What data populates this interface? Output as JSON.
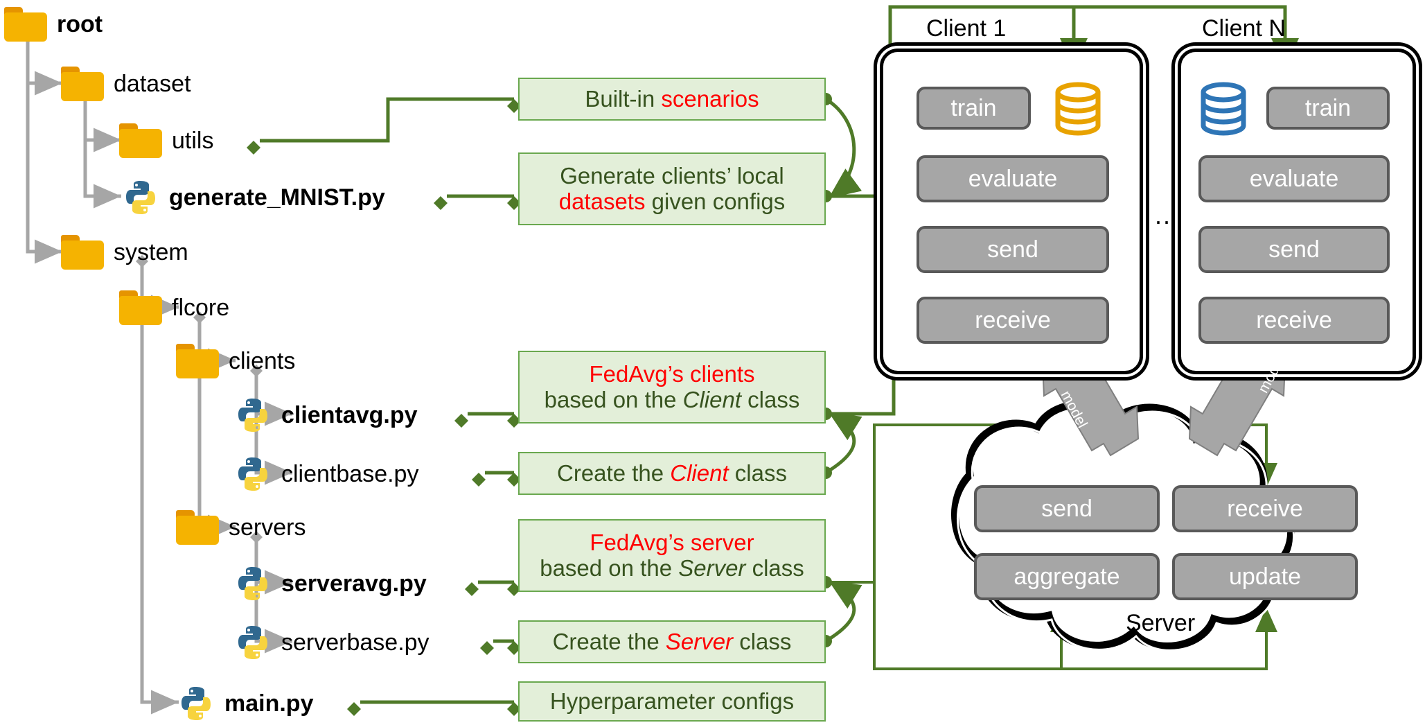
{
  "tree": {
    "items": [
      {
        "label": "root",
        "icon": "folder-icon",
        "bold": true,
        "indent": 0
      },
      {
        "label": "dataset",
        "icon": "folder-icon",
        "bold": false,
        "indent": 1
      },
      {
        "label": "utils",
        "icon": "folder-icon",
        "bold": false,
        "indent": 2
      },
      {
        "label": "generate_MNIST.py",
        "icon": "python-file-icon",
        "bold": true,
        "indent": 2
      },
      {
        "label": "system",
        "icon": "folder-icon",
        "bold": false,
        "indent": 1
      },
      {
        "label": "flcore",
        "icon": "folder-icon",
        "bold": false,
        "indent": 2
      },
      {
        "label": "clients",
        "icon": "folder-icon",
        "bold": false,
        "indent": 3
      },
      {
        "label": "clientavg.py",
        "icon": "python-file-icon",
        "bold": true,
        "indent": 4
      },
      {
        "label": "clientbase.py",
        "icon": "python-file-icon",
        "bold": false,
        "indent": 4
      },
      {
        "label": "servers",
        "icon": "folder-icon",
        "bold": false,
        "indent": 3
      },
      {
        "label": "serveravg.py",
        "icon": "python-file-icon",
        "bold": true,
        "indent": 4
      },
      {
        "label": "serverbase.py",
        "icon": "python-file-icon",
        "bold": false,
        "indent": 4
      },
      {
        "label": "main.py",
        "icon": "python-file-icon",
        "bold": true,
        "indent": 3
      }
    ]
  },
  "annotations": {
    "builtin_scenarios": {
      "plain1": "Built-in ",
      "red1": "scenarios"
    },
    "generate_datasets": {
      "line1": "Generate clients’ local",
      "red1": "datasets",
      "plain2": " given configs"
    },
    "fedavg_clients": {
      "red1": "FedAvg’s clients",
      "plain1": "based on the ",
      "it1": "Client",
      "plain2": " class"
    },
    "create_client": {
      "plain1": "Create the ",
      "redit1": "Client",
      "plain2": " class"
    },
    "fedavg_server": {
      "red1": "FedAvg’s server",
      "plain1": "based on the ",
      "it1": "Server",
      "plain2": " class"
    },
    "create_server": {
      "plain1": "Create the ",
      "redit1": "Server",
      "plain2": " class"
    },
    "hyperparameter": {
      "plain1": "Hyperparameter configs"
    }
  },
  "clients": [
    {
      "title": "Client 1",
      "db": "yellow",
      "methods": [
        "train",
        "evaluate",
        "send",
        "receive"
      ]
    },
    {
      "title": "Client N",
      "db": "blue",
      "methods": [
        "train",
        "evaluate",
        "send",
        "receive"
      ]
    }
  ],
  "separator": "...",
  "server": {
    "label": "Server",
    "methods": [
      "send",
      "receive",
      "aggregate",
      "update"
    ]
  },
  "arrows": {
    "model_left": "model",
    "model_right": "model"
  },
  "colors": {
    "green_line": "#4f7a28",
    "green_box_fill": "#e3efd9",
    "green_box_border": "#6aa84f",
    "green_text": "#37531f",
    "red_text": "#ff0000",
    "folder": "#f5b301",
    "folder_tab": "#e59400",
    "python_blue": "#30688f",
    "python_yellow": "#f7d33e",
    "tree_line": "#a6a6a6",
    "method_fill": "#a6a6a6",
    "method_border": "#595959",
    "db_yellow": "#e8a200",
    "db_blue": "#2e75b6",
    "model_arrow": "#a6a6a6"
  }
}
